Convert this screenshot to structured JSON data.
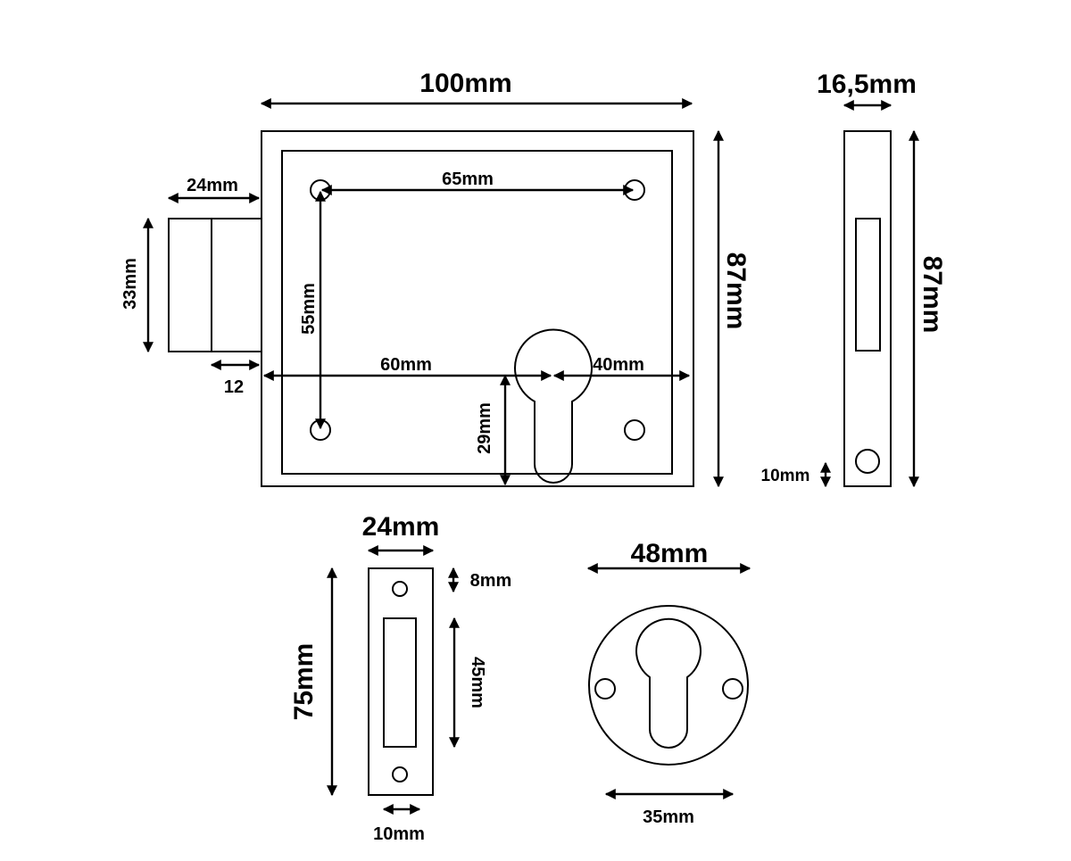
{
  "colors": {
    "line": "#000000",
    "background": "#ffffff"
  },
  "lock_body": {
    "width": "100mm",
    "height": "87mm",
    "bolt_width": "24mm",
    "bolt_height": "33mm",
    "bolt_offset": "12",
    "hole_spacing_h": "65mm",
    "hole_spacing_v": "55mm",
    "cylinder_left": "60mm",
    "cylinder_right": "40mm",
    "cylinder_height": "29mm"
  },
  "side_view": {
    "width": "16,5mm",
    "height": "87mm",
    "hole_offset": "10mm"
  },
  "strike_plate": {
    "width": "24mm",
    "height": "75mm",
    "top_offset": "8mm",
    "slot_height": "45mm",
    "slot_width": "10mm"
  },
  "escutcheon": {
    "diameter": "48mm",
    "hole_spacing": "35mm"
  }
}
